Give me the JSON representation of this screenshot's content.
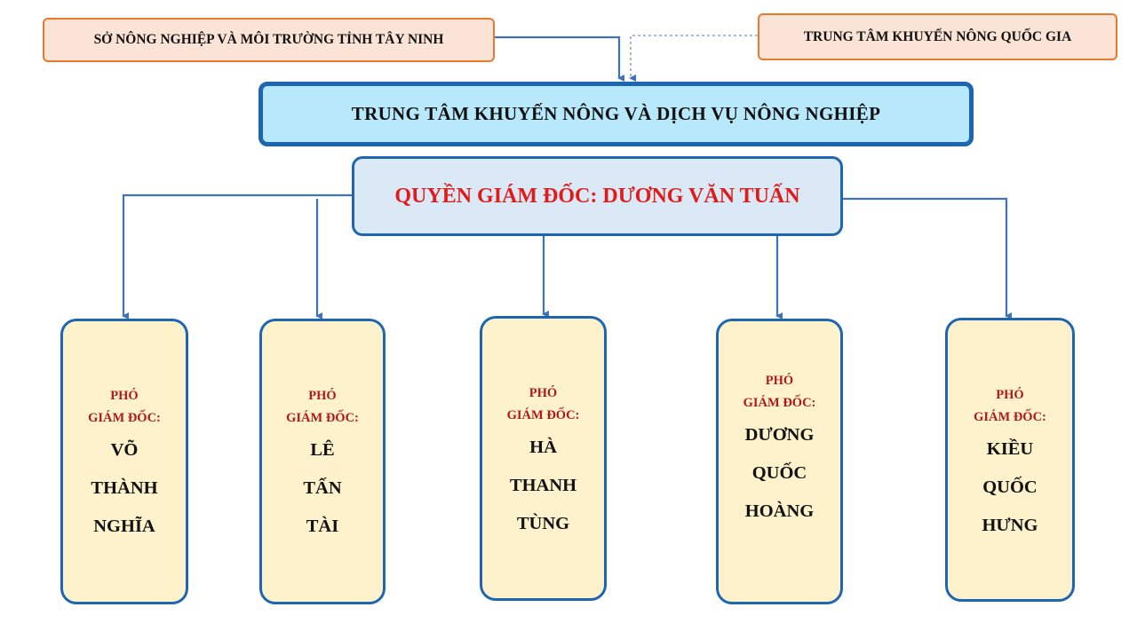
{
  "parents": {
    "left": "SỞ NÔNG NGHIỆP VÀ MÔI TRƯỜNG TỈNH TÂY NINH",
    "right": "TRUNG TÂM KHUYẾN NÔNG QUỐC GIA"
  },
  "center": {
    "title": "TRUNG TÂM KHUYẾN NÔNG VÀ DỊCH VỤ NÔNG NGHIỆP"
  },
  "director": {
    "label": "QUYỀN GIÁM ĐỐC: DƯƠNG VĂN TUẤN"
  },
  "deputies": [
    {
      "role_1": "PHÓ",
      "role_2": "GIÁM ĐỐC:",
      "name_1": "VÕ",
      "name_2": "THÀNH",
      "name_3": "NGHĨA"
    },
    {
      "role_1": "PHÓ",
      "role_2": "GIÁM ĐỐC:",
      "name_1": "LÊ",
      "name_2": "TẤN",
      "name_3": "TÀI"
    },
    {
      "role_1": "PHÓ",
      "role_2": "GIÁM ĐỐC:",
      "name_1": "HÀ",
      "name_2": "THANH",
      "name_3": "TÙNG"
    },
    {
      "role_1": "PHÓ",
      "role_2": "GIÁM ĐỐC:",
      "name_1": "DƯƠNG",
      "name_2": "QUỐC",
      "name_3": "HOÀNG"
    },
    {
      "role_1": "PHÓ",
      "role_2": "GIÁM ĐỐC:",
      "name_1": "KIỀU",
      "name_2": "QUỐC",
      "name_3": "HƯNG"
    }
  ],
  "colors": {
    "connector": "#3f72b8",
    "accent_border": "#1f66b2",
    "director_text": "#e01b1b",
    "role_text": "#b0191b"
  }
}
